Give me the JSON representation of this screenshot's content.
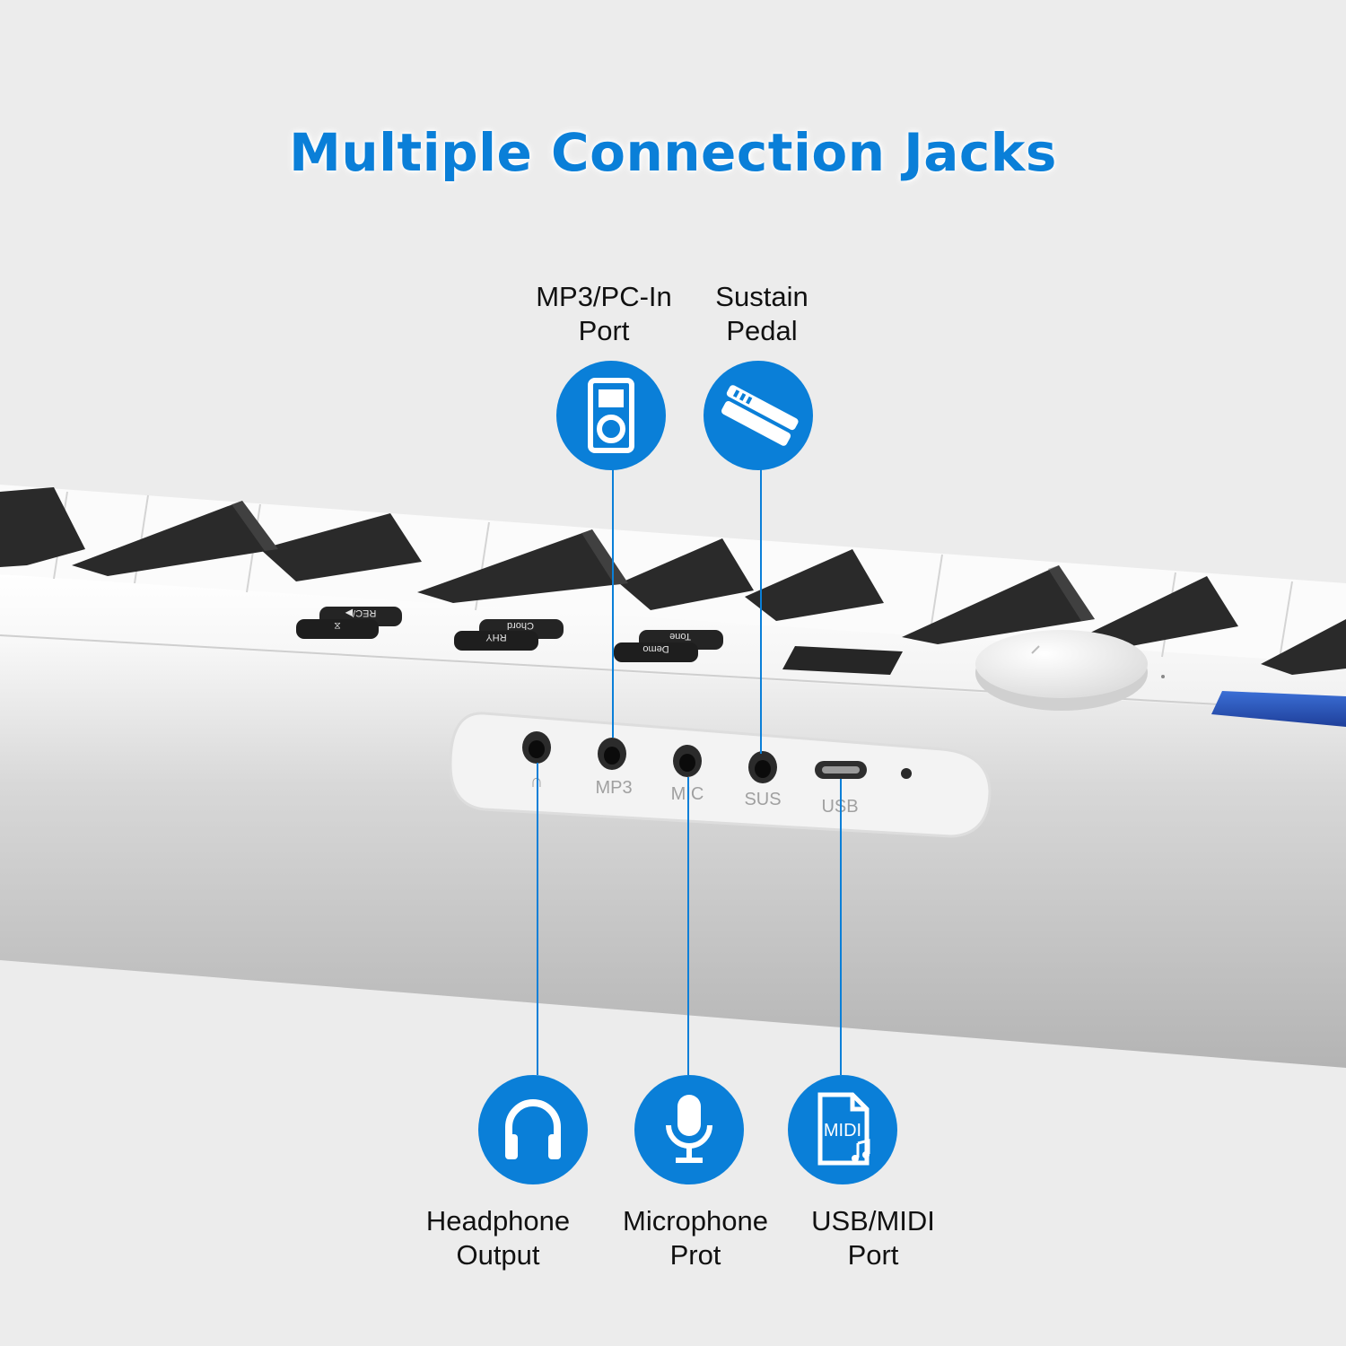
{
  "title": "Multiple Connection Jacks",
  "colors": {
    "accent": "#0a7fd8",
    "body": "#ffffff",
    "keys": "#2b2b2b"
  },
  "panel": {
    "buttons": [
      {
        "top": "REC/▶",
        "bottom": "⧖"
      },
      {
        "top": "Chord",
        "bottom": "RHY"
      },
      {
        "top": "Tone",
        "bottom": "Demo"
      }
    ],
    "jack_labels": [
      "∩",
      "MP3",
      "MIC",
      "SUS",
      "USB"
    ]
  },
  "callouts": [
    {
      "id": "mp3",
      "icon": "mp3-player-icon",
      "lines": [
        "MP3/PC-In",
        "Port"
      ]
    },
    {
      "id": "sustain",
      "icon": "sustain-pedal-icon",
      "lines": [
        "Sustain",
        "Pedal"
      ]
    },
    {
      "id": "headphone",
      "icon": "headphone-icon",
      "lines": [
        "Headphone",
        "Output"
      ]
    },
    {
      "id": "microphone",
      "icon": "microphone-icon",
      "lines": [
        "Microphone",
        "Prot"
      ]
    },
    {
      "id": "usb",
      "icon": "midi-file-icon",
      "lines": [
        "USB/MIDI",
        "Port"
      ]
    }
  ],
  "midi_icon_text": "MIDI"
}
